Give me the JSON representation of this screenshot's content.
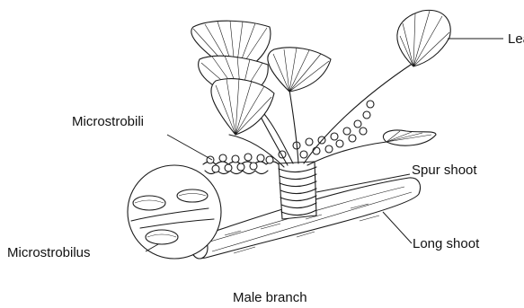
{
  "labels": {
    "leaf": "Leaf",
    "microstrobili": "Microstrobili",
    "spur_shoot": "Spur shoot",
    "long_shoot": "Long shoot",
    "microstrobilus": "Microstrobilus"
  },
  "caption": "Male branch"
}
